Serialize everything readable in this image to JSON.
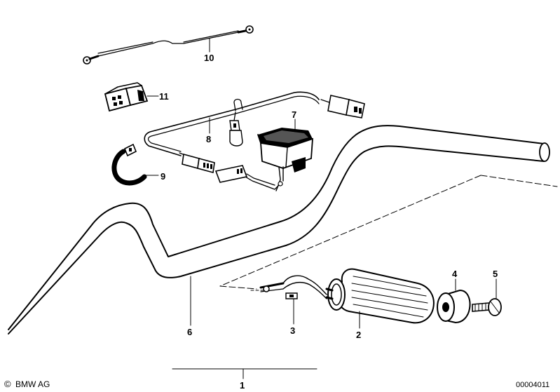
{
  "parts": [
    {
      "id": "part-1",
      "number": "1"
    },
    {
      "id": "part-2",
      "number": "2"
    },
    {
      "id": "part-3",
      "number": "3"
    },
    {
      "id": "part-4",
      "number": "4"
    },
    {
      "id": "part-5",
      "number": "5"
    },
    {
      "id": "part-6",
      "number": "6"
    },
    {
      "id": "part-7",
      "number": "7"
    },
    {
      "id": "part-8",
      "number": "8"
    },
    {
      "id": "part-9",
      "number": "9"
    },
    {
      "id": "part-10",
      "number": "10"
    },
    {
      "id": "part-11",
      "number": "11"
    }
  ],
  "footer": {
    "copyright_symbol": "©",
    "copyright_text": "BMW AG",
    "diagram_number": "00004011"
  }
}
